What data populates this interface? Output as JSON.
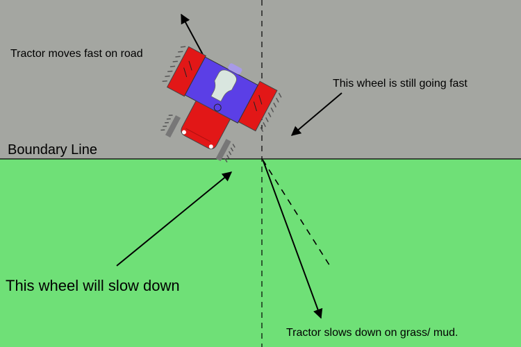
{
  "colors": {
    "road": "#a4a6a1",
    "grass": "#6fe077",
    "tractor_red": "#e21717",
    "tractor_blue": "#5b3fe6",
    "tractor_seat": "#d9e6df",
    "tread": "#555555",
    "arrow": "#000000"
  },
  "labels": {
    "road_motion": "Tractor moves fast on road",
    "boundary": "Boundary Line",
    "fast_wheel": "This wheel is still going fast",
    "slow_wheel": "This wheel will slow down",
    "grass_motion": "Tractor slows down on grass/ mud."
  },
  "icons": {
    "tractor": "tractor-top-view-icon"
  }
}
